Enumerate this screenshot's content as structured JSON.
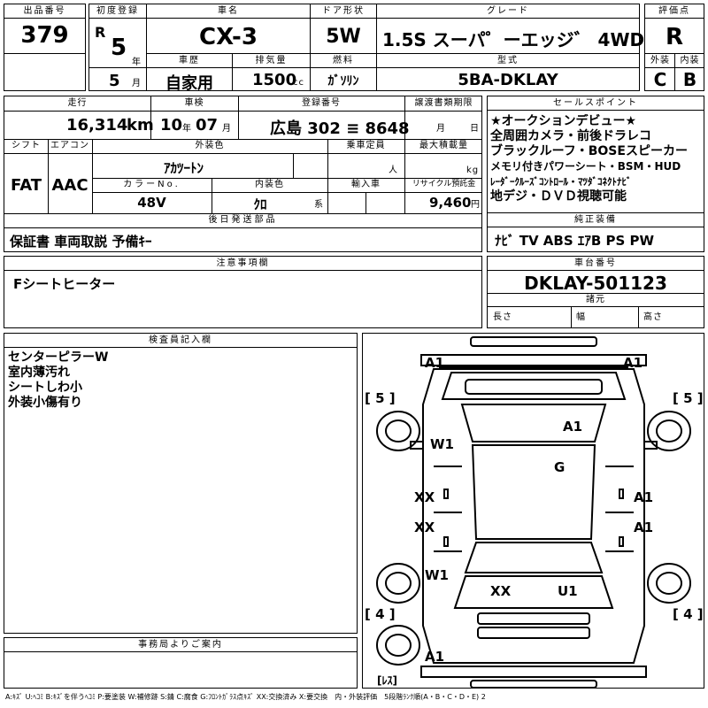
{
  "header": {
    "lot_label": "出品番号",
    "lot_number": "379",
    "first_reg_label": "初度登録",
    "era_mark": "R",
    "year": "5",
    "year_unit": "年",
    "month": "5",
    "month_unit": "月",
    "car_name_label": "車名",
    "car_name": "CX-3",
    "door_label": "ドア形状",
    "door": "5W",
    "grade_label": "グレード",
    "grade": "1.5S スーパ゜ーエッジ゛ 4WD",
    "score_label": "評価点",
    "score": "R",
    "exterior_label": "外装",
    "exterior_score": "C",
    "interior_label": "内装",
    "interior_score": "B",
    "history_label": "車歴",
    "history": "自家用",
    "displacement_label": "排気量",
    "displacement": "1500",
    "displacement_unit": "cc",
    "fuel_label": "燃料",
    "fuel": "ｶﾞｿﾘﾝ",
    "model_label": "型式",
    "model": "5BA-DKLAY"
  },
  "details": {
    "mileage_label": "走行",
    "mileage": "16,314",
    "mileage_unit": "km",
    "inspection_label": "車検",
    "inspection_year": "10",
    "inspection_year_unit": "年",
    "inspection_month": "07",
    "inspection_month_unit": "月",
    "plate_label": "登録番号",
    "plate": "広島 302 ≡ 8648",
    "transfer_label": "譲渡書類期限",
    "transfer_month_unit": "月",
    "transfer_day_unit": "日",
    "shift_label": "シフト",
    "shift": "FAT",
    "ac_label": "エアコン",
    "ac": "AAC",
    "exterior_color_label": "外装色",
    "exterior_color": "ｱｶﾂｰﾄﾝ",
    "capacity_label": "乗車定員",
    "capacity_unit": "人",
    "max_load_label": "最大積載量",
    "max_load_unit": "kg",
    "color_no_label": "カラーNo.",
    "color_no": "48V",
    "interior_color_label": "内装色",
    "interior_color": "ｸﾛ",
    "interior_color_unit": "系",
    "import_label": "輸入車",
    "recycle_label": "リサイクル預託金",
    "recycle": "9,460",
    "recycle_unit": "円",
    "later_parts_label": "後日発送部品",
    "later_parts": "保証書 車両取説 予備ｷｰ"
  },
  "sales_points": {
    "label": "セールスポイント",
    "lines": [
      "★オークションデビュー★",
      "全周囲カメラ・前後ドラレコ",
      "ブラックルーフ・BOSEスピーカー",
      "メモリ付きパワーシート・BSM・HUD",
      "ﾚｰﾀﾞｰｸﾙｰｽﾞｺﾝﾄﾛｰﾙ・ﾏﾂﾀﾞｺﾈｸﾄﾅﾋﾞ",
      "地デジ・ＤＶＤ視聴可能"
    ]
  },
  "equipment": {
    "label": "純正装備",
    "value": "ﾅﾋﾞ TV ABS ｴｱB PS PW"
  },
  "notes": {
    "label": "注意事項欄",
    "value": "Fシートヒーター"
  },
  "chassis": {
    "label": "車台番号",
    "value": "DKLAY-501123",
    "spec_label": "諸元",
    "length_label": "長さ",
    "width_label": "幅",
    "height_label": "高さ"
  },
  "inspector": {
    "label": "検査員記入欄",
    "lines": [
      "センターピラーW",
      "室内薄汚れ",
      "シートしわ小",
      "外装小傷有り"
    ]
  },
  "office": {
    "label": "事務局よりご案内"
  },
  "diagram": {
    "marks": {
      "front_left": "A1",
      "front_right": "A1",
      "front_left_tire": "[ 5 ]",
      "front_right_tire": "[ 5 ]",
      "left_front_fender": "W1",
      "hood": "A1",
      "roof": "G",
      "left_front_door": "XX",
      "right_front_door": "A1",
      "left_rear_door": "XX",
      "right_rear_door": "A1",
      "left_rear_fender": "W1",
      "trunk_left": "XX",
      "trunk_right": "U1",
      "rear_left_tire": "[ 4 ]",
      "rear_right_tire": "[ 4 ]",
      "rear": "A1",
      "spare": "[ﾚｽ]"
    },
    "colors": {
      "line": "#000000",
      "background": "#ffffff"
    }
  },
  "legend": "A:ｷｽﾞ U:ﾍｺﾐ B:ｷｽﾞを伴うﾍｺﾐ P:要塗装 W:補修跡 S:錆 C:腐食 G:ﾌﾛﾝﾄｶﾞﾗｽ点ｷｽﾞ XX:交換済み X:要交換　内・外装評価　5段階ﾗﾝｸ順(A・B・C・D・E) 2"
}
